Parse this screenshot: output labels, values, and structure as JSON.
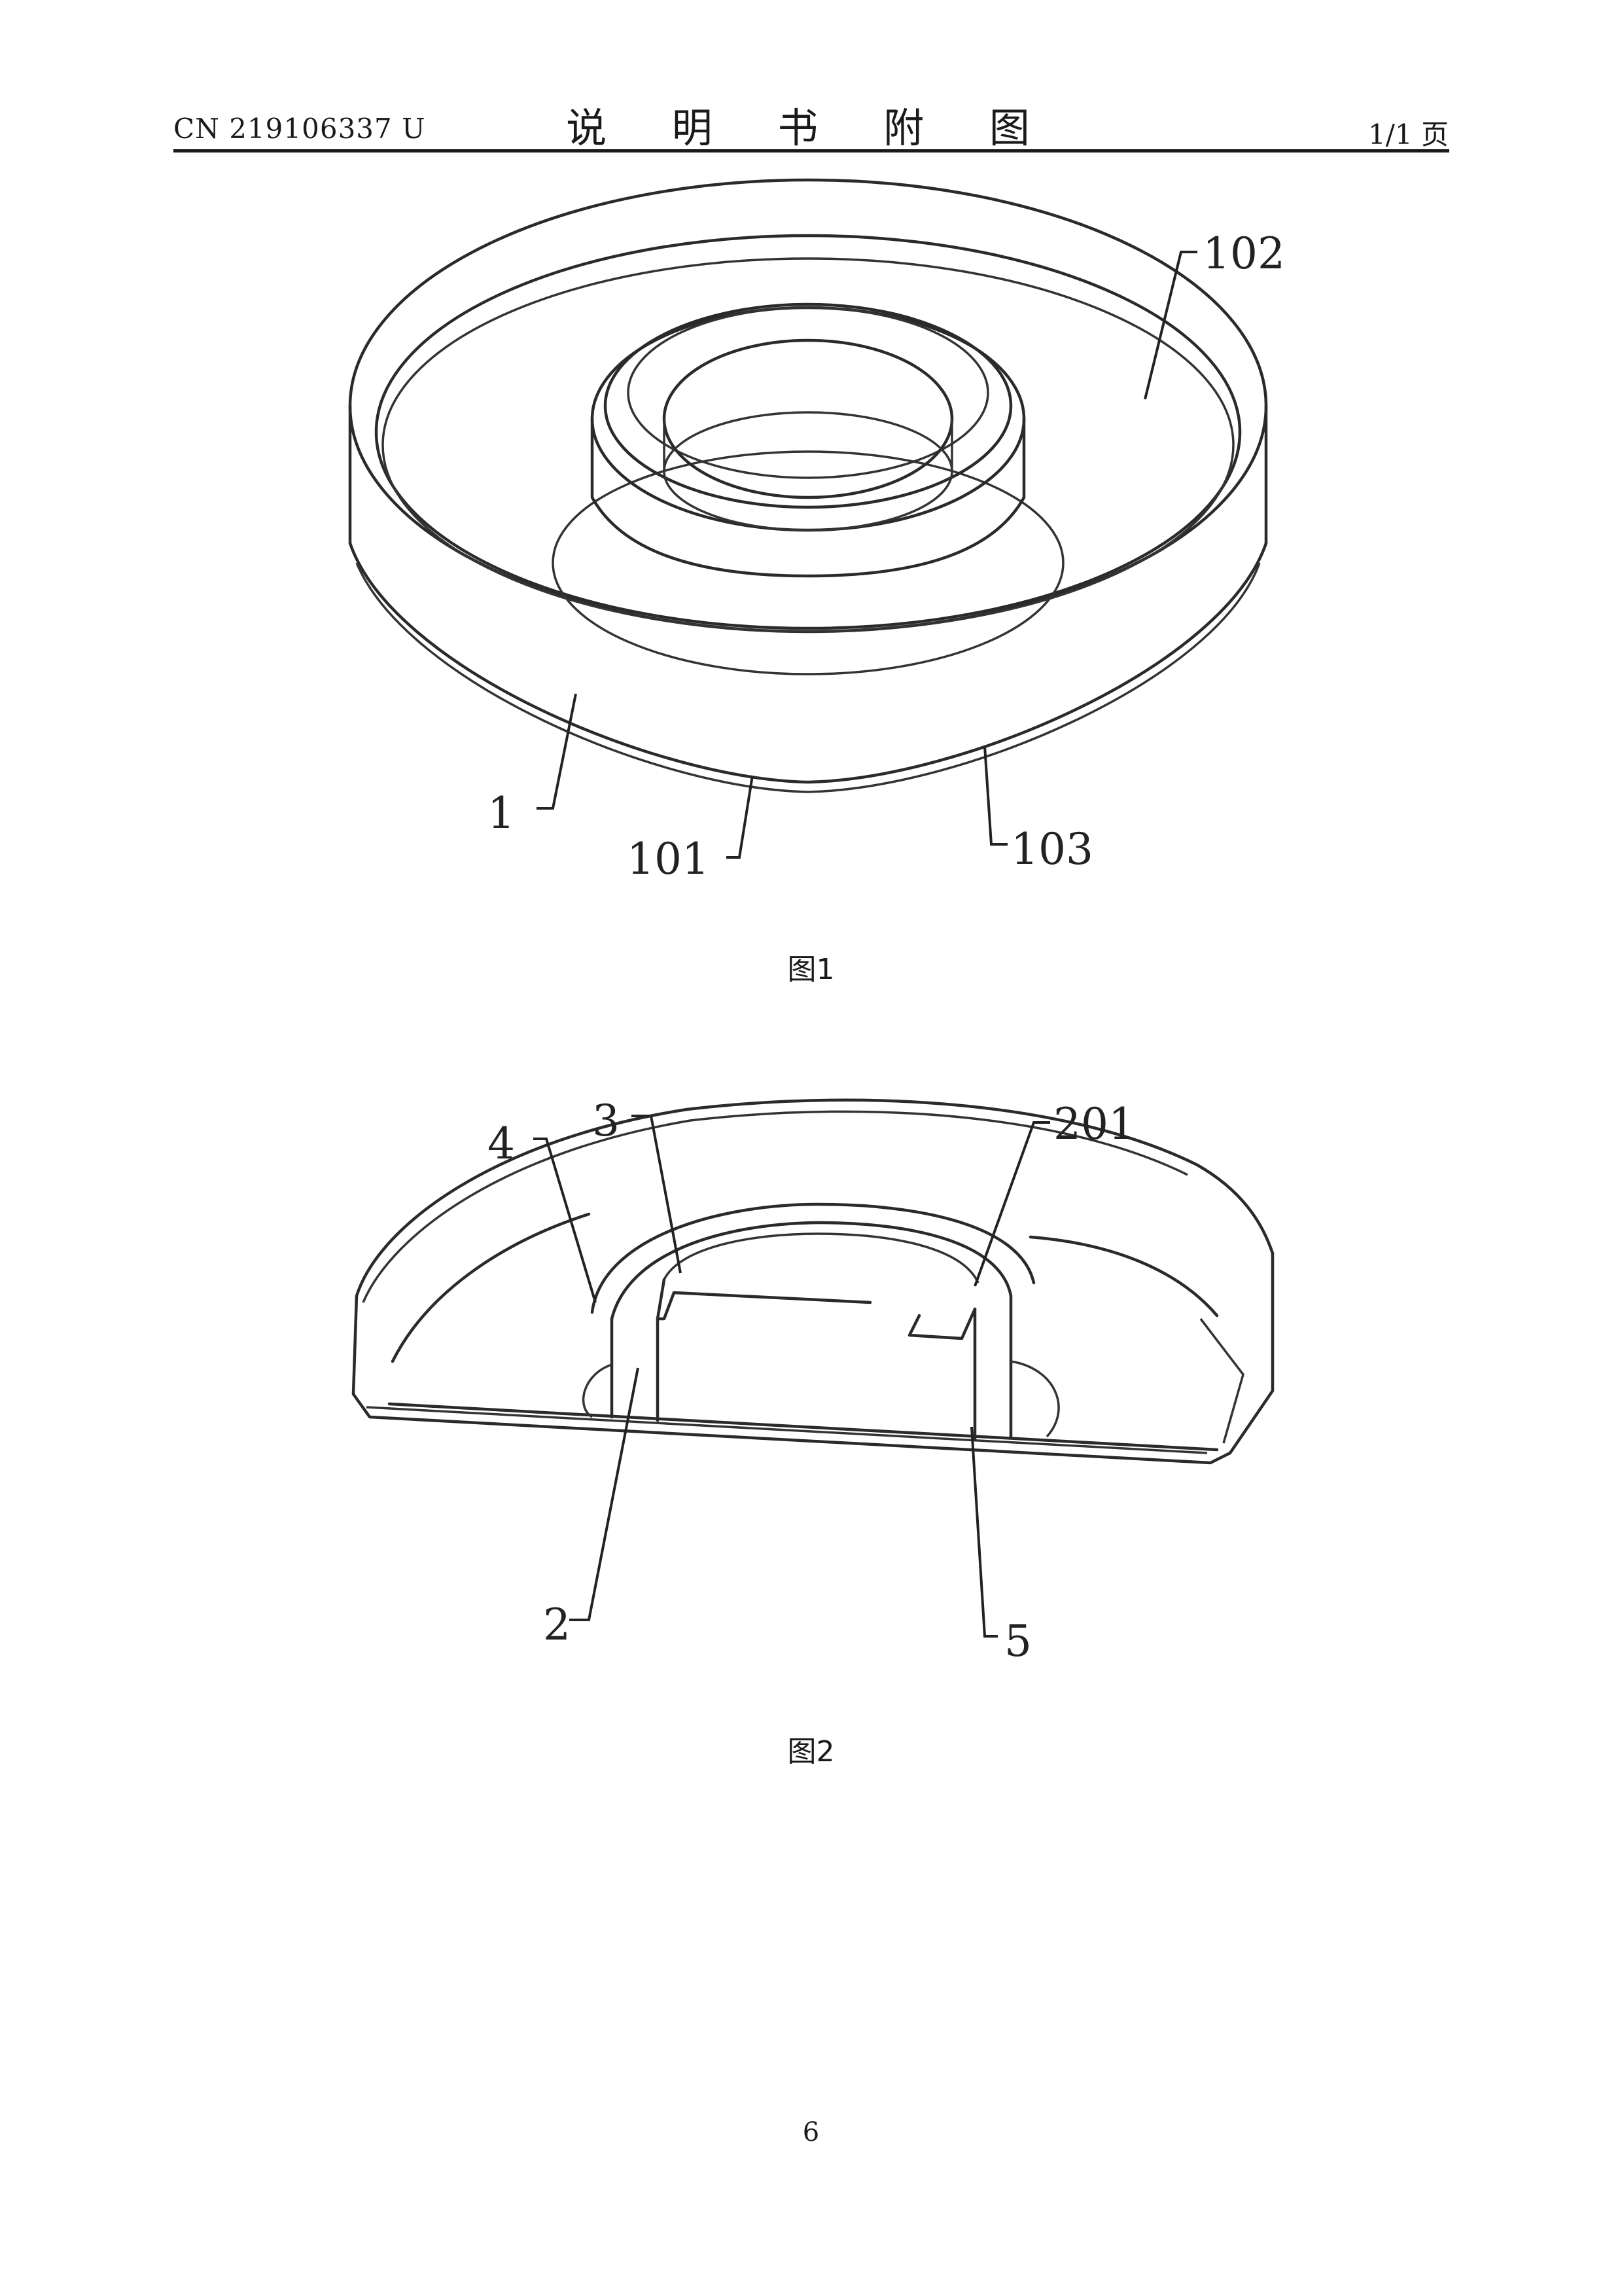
{
  "header": {
    "doc_number": "CN 219106337 U",
    "title": "说 明 书 附 图",
    "page_fraction": "1/1 页"
  },
  "figures": [
    {
      "caption": "图1",
      "labels": {
        "l1": "1",
        "l101": "101",
        "l102": "102",
        "l103": "103"
      }
    },
    {
      "caption": "图2",
      "labels": {
        "l2": "2",
        "l3": "3",
        "l4": "4",
        "l5": "5",
        "l201": "201"
      }
    }
  ],
  "footer": {
    "page_number": "6"
  }
}
